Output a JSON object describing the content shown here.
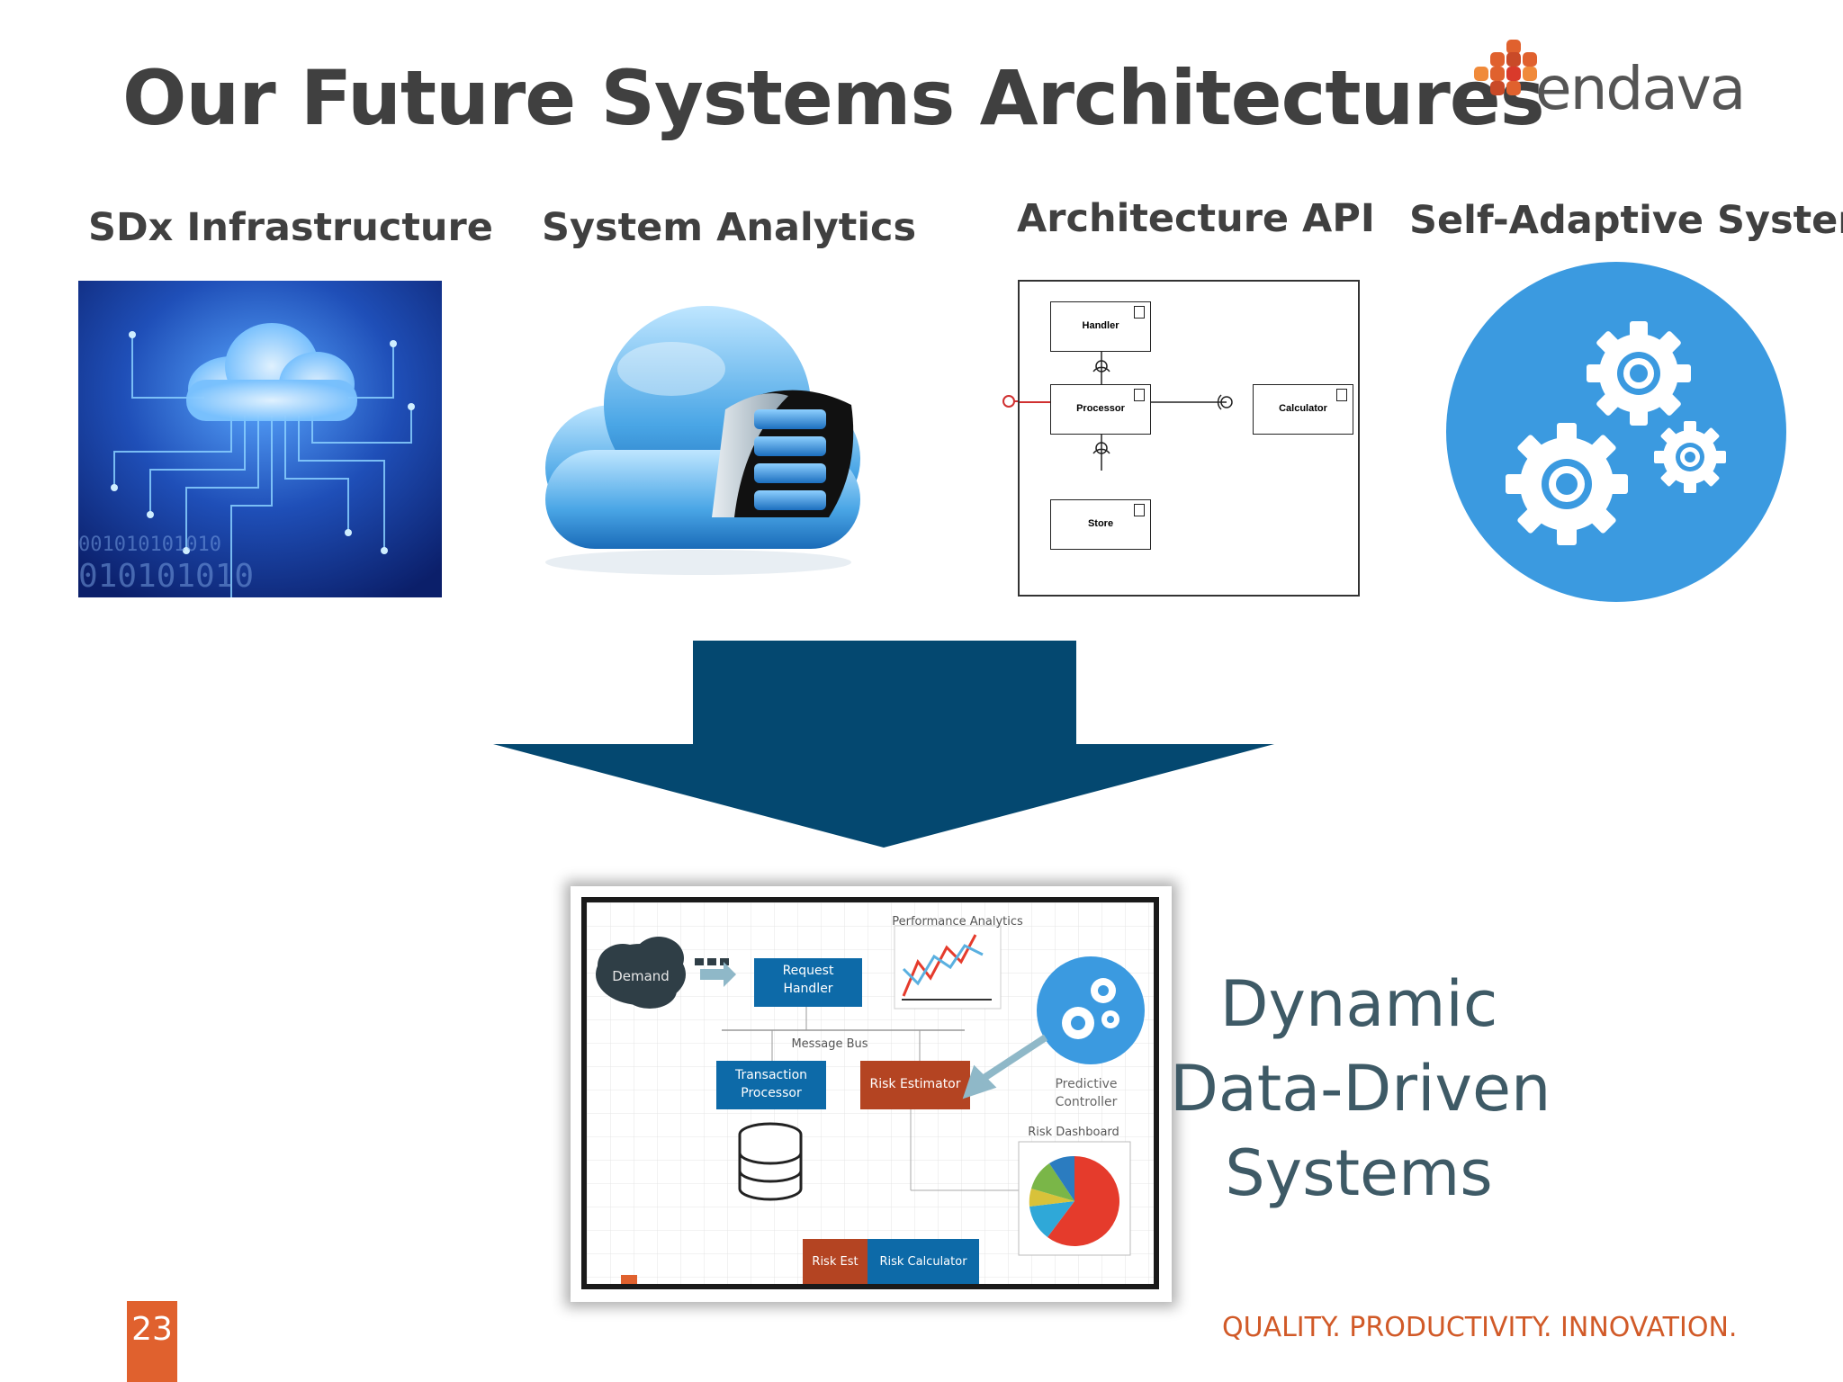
{
  "slide": {
    "title": "Our Future Systems Architectures",
    "logo_text": "endava",
    "page_number": "23",
    "tagline": "QUALITY. PRODUCTIVITY.  INNOVATION."
  },
  "columns": [
    {
      "label": "SDx Infrastructure"
    },
    {
      "label": "System Analytics"
    },
    {
      "label": "Architecture API"
    },
    {
      "label": "Self-Adaptive Systems"
    }
  ],
  "component_diagram": {
    "handler": "Handler",
    "processor": "Processor",
    "calculator": "Calculator",
    "store": "Store"
  },
  "infra_binary": {
    "line1": "001010101010",
    "line2": "010101010"
  },
  "result": {
    "line1": "Dynamic",
    "line2": "Data-Driven",
    "line3": "Systems"
  },
  "dashboard": {
    "demand": "Demand",
    "request_handler_1": "Request",
    "request_handler_2": "Handler",
    "perf_analytics": "Performance Analytics",
    "message_bus": "Message Bus",
    "transaction_1": "Transaction",
    "transaction_2": "Processor",
    "risk_estimator": "Risk Estimator",
    "predictive_1": "Predictive",
    "predictive_2": "Controller",
    "risk_dashboard": "Risk Dashboard",
    "risk_est": "Risk Est",
    "risk_calculator": "Risk Calculator"
  },
  "colors": {
    "arrow": "#044870",
    "accent": "#e0612e",
    "blue_tile": "#3b9ae0",
    "dynamic_text": "#3e5a66"
  }
}
